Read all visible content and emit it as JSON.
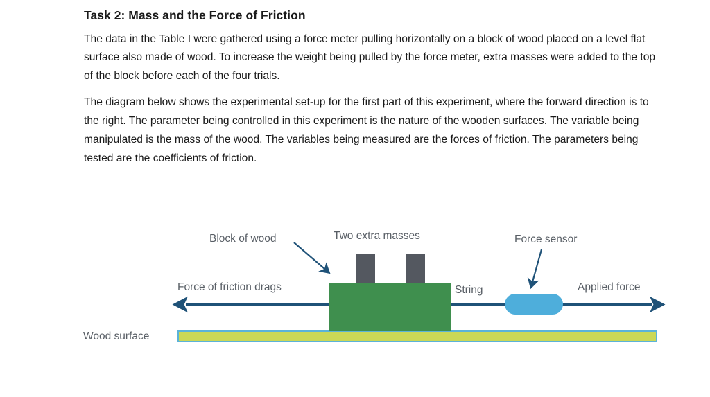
{
  "document": {
    "title": "Task 2: Mass and the Force of Friction",
    "paragraphs": [
      "The data in the Table I were gathered using a force meter pulling horizontally on a block of wood placed on a level flat surface also made of wood. To increase the weight being pulled by the force meter, extra masses were added to the top of the block before each of the four trials.",
      "The diagram below shows the experimental set-up for the first part of this experiment, where the forward direction is to the right. The parameter being controlled in this experiment is the nature of the wooden surfaces. The variable being manipulated is the mass of the wood. The variables being measured are the forces of friction. The parameters being tested are the coefficients of friction."
    ]
  },
  "diagram": {
    "labels": {
      "block_of_wood": "Block of wood",
      "two_extra_masses": "Two extra masses",
      "force_sensor": "Force sensor",
      "force_of_friction": "Force of friction drags",
      "string": "String",
      "applied_force": "Applied force",
      "wood_surface": "Wood surface"
    },
    "colors": {
      "block": "#3f8f4e",
      "masses": "#545860",
      "sensor": "#4eaedb",
      "surface_fill": "#cbd856",
      "surface_border": "#5bb3d9",
      "arrow": "#1f5278",
      "label_text": "#595f66",
      "body_text": "#1a1a1a"
    }
  }
}
